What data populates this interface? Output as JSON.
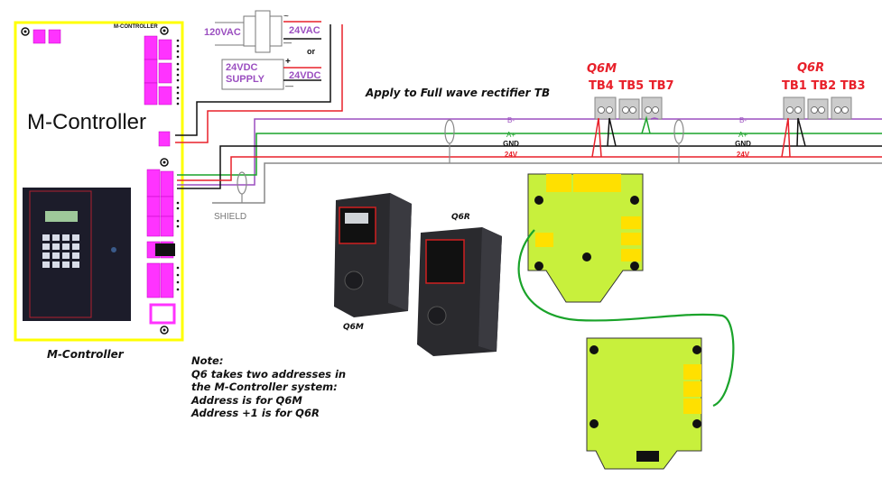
{
  "controller": {
    "title": "M-Controller",
    "board_label": "M-CONTROLLER",
    "caption": "M-Controller"
  },
  "power": {
    "input_label": "120VAC",
    "ac_output": "24VAC",
    "or_label": "or",
    "dc_supply_line1": "24VDC",
    "dc_supply_line2": "SUPPLY",
    "dc_output": "24VDC",
    "ac_symbol": "~",
    "plus_symbol": "+",
    "minus_symbol": "—"
  },
  "bus": {
    "apply_note": "Apply to Full wave rectifier TB",
    "wires": [
      {
        "label": "B-",
        "color": "#9b4fc0"
      },
      {
        "label": "A+",
        "color": "#1aa32a"
      },
      {
        "label": "GND",
        "color": "#111111"
      },
      {
        "label": "24V",
        "color": "#e8202a"
      }
    ],
    "shield_label": "SHIELD",
    "shield_color": "#888888"
  },
  "devices": {
    "q6m": {
      "name": "Q6M",
      "terminals": "TB4 TB5 TB7",
      "caption": "Q6M"
    },
    "q6r": {
      "name": "Q6R",
      "terminals": "TB1 TB2 TB3",
      "caption": "Q6R"
    }
  },
  "note": {
    "heading": "Note:",
    "line1": "Q6 takes two addresses in",
    "line2": "the M-Controller system:",
    "line3": "Address is for Q6M",
    "line4": "Address +1 is for Q6R"
  },
  "colors": {
    "controller_border": "#ffff00",
    "connector": "#ff33ff",
    "pcb": "#c8f03c",
    "terminal_block": "#ffe000",
    "label_red": "#e8202a",
    "label_purple": "#9b4fc0",
    "ribbon": "#1aa32a"
  }
}
